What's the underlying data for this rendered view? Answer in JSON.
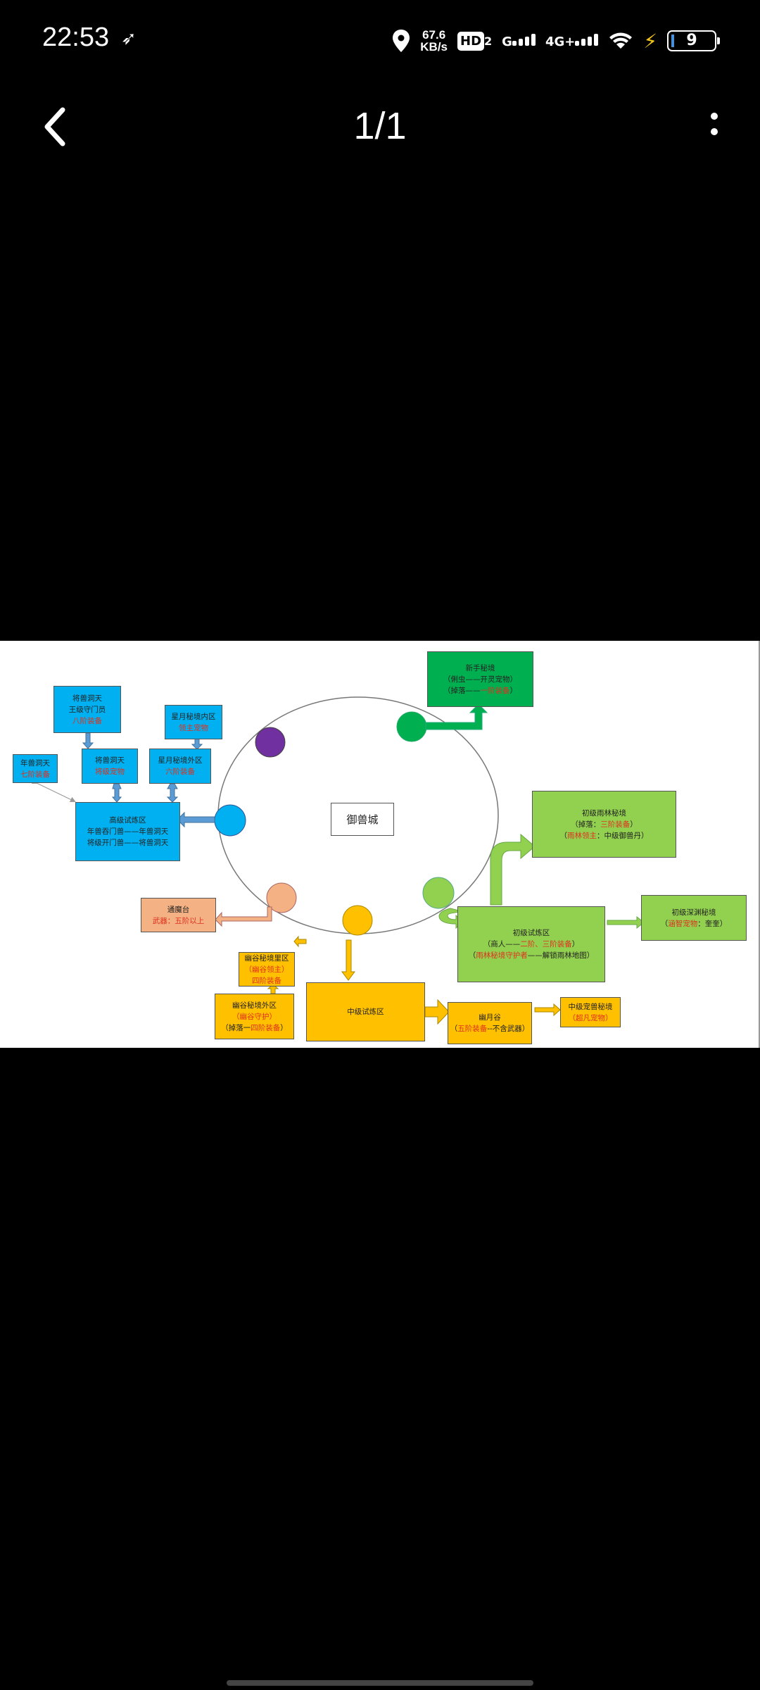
{
  "status_bar": {
    "time": "22:53",
    "speed_value": "67.6",
    "speed_unit": "KB/s",
    "hd_label": "HD",
    "hd_sub": "2",
    "net1": "G",
    "net2": "4G+",
    "battery": "9"
  },
  "viewer": {
    "title": "1/1"
  },
  "diagram": {
    "center_label": "御兽城",
    "boxes": [
      {
        "id": "jiangshou-king",
        "color": "blue",
        "lines": [
          [
            [
              "将兽洞天",
              0
            ]
          ],
          [
            [
              "王级守门员",
              0
            ]
          ],
          [
            [
              "八阶装备",
              1
            ]
          ]
        ]
      },
      {
        "id": "nianshou",
        "color": "blue",
        "lines": [
          [
            [
              "年兽洞天",
              0
            ]
          ],
          [
            [
              "七阶装备",
              1
            ]
          ]
        ]
      },
      {
        "id": "jiangshou-pet",
        "color": "blue",
        "lines": [
          [
            [
              "将兽洞天",
              0
            ]
          ],
          [
            [
              "将级宠物",
              1
            ]
          ]
        ]
      },
      {
        "id": "xingyue-in",
        "color": "blue",
        "lines": [
          [
            [
              "星月秘境内区",
              0
            ]
          ],
          [
            [
              "领主宠物",
              1
            ]
          ]
        ]
      },
      {
        "id": "xingyue-out",
        "color": "blue",
        "lines": [
          [
            [
              "星月秘境外区",
              0
            ]
          ],
          [
            [
              "六阶装备",
              1
            ]
          ]
        ]
      },
      {
        "id": "gaoji",
        "color": "blue",
        "lines": [
          [
            [
              "高级试炼区",
              0
            ]
          ],
          [
            [
              "年兽吞门兽——年兽洞天",
              0
            ]
          ],
          [
            [
              "将级开门兽——将兽洞天",
              0
            ]
          ]
        ]
      },
      {
        "id": "xinshou",
        "color": "dg",
        "lines": [
          [
            [
              "新手秘境",
              0
            ]
          ],
          [
            [
              "（俐虫——开灵宠物）",
              0
            ]
          ],
          [
            [
              "（掉落——",
              0
            ],
            [
              "一阶装备",
              1
            ],
            [
              "）",
              0
            ]
          ]
        ]
      },
      {
        "id": "yulin",
        "color": "lg",
        "lines": [
          [
            [
              "初级雨林秘境",
              0
            ]
          ],
          [
            [
              "（掉落：",
              0
            ],
            [
              "三阶装备",
              1
            ],
            [
              "）",
              0
            ]
          ],
          [
            [
              "（",
              0
            ],
            [
              "雨林领主",
              1
            ],
            [
              "：中级御兽丹）",
              0
            ]
          ]
        ]
      },
      {
        "id": "chuji",
        "color": "lg",
        "lines": [
          [
            [
              "初级试炼区",
              0
            ]
          ],
          [
            [
              "（商人——",
              0
            ],
            [
              "二阶、三阶装备",
              1
            ],
            [
              "）",
              0
            ]
          ],
          [
            [
              "（",
              0
            ],
            [
              "雨林秘境守护者",
              1
            ],
            [
              "——解锁雨林地图）",
              0
            ]
          ]
        ]
      },
      {
        "id": "shenyuan",
        "color": "lg",
        "lines": [
          [
            [
              "初级深渊秘境",
              0
            ]
          ],
          [
            [
              "（",
              0
            ],
            [
              "涵智宠物",
              1
            ],
            [
              "：奎奎）",
              0
            ]
          ]
        ]
      },
      {
        "id": "youyue",
        "color": "yl",
        "lines": [
          [
            [
              "幽月谷",
              0
            ]
          ],
          [
            [
              "（",
              0
            ],
            [
              "五阶装备",
              1
            ],
            [
              "--不含武器）",
              0
            ]
          ]
        ]
      },
      {
        "id": "zhongchong",
        "color": "yl",
        "lines": [
          [
            [
              "中级宠兽秘境",
              0
            ]
          ],
          [
            [
              "（超凡宠物）",
              1
            ]
          ]
        ]
      },
      {
        "id": "tongmo",
        "color": "sa",
        "lines": [
          [
            [
              "通魔台",
              0
            ]
          ],
          [
            [
              "武器：五阶以上",
              1
            ]
          ]
        ]
      },
      {
        "id": "yougu-in",
        "color": "yl",
        "lines": [
          [
            [
              "幽谷秘境里区",
              0
            ]
          ],
          [
            [
              "（幽谷领主）",
              1
            ]
          ],
          [
            [
              "四阶装备",
              1
            ]
          ]
        ]
      },
      {
        "id": "yougu-out",
        "color": "yl",
        "lines": [
          [
            [
              "幽谷秘境外区",
              0
            ]
          ],
          [
            [
              "（幽谷守护）",
              1
            ]
          ],
          [
            [
              "（掉落一",
              0
            ],
            [
              "四阶装备",
              1
            ],
            [
              "）",
              0
            ]
          ]
        ]
      },
      {
        "id": "zhongji",
        "color": "yl",
        "lines": [
          [
            [
              "中级试炼区",
              0
            ]
          ]
        ]
      }
    ],
    "colors": {
      "blue": "#00b0f0",
      "dark_green": "#00b050",
      "light_green": "#92d050",
      "yellow": "#ffc000",
      "salmon": "#f4b183",
      "purple": "#7030a0",
      "oval": "#5b9bd5"
    }
  }
}
